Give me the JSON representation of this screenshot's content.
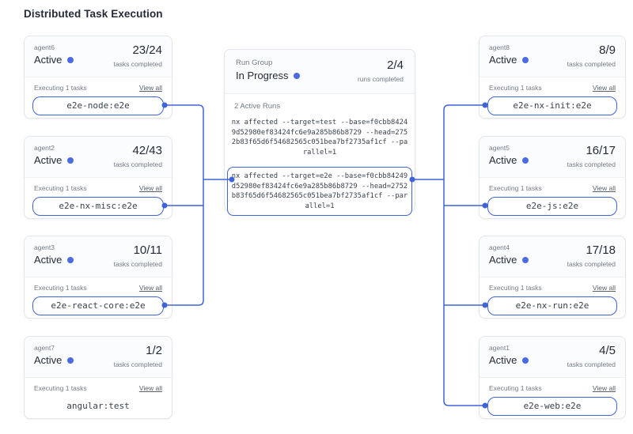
{
  "page": {
    "title": "Distributed Task Execution"
  },
  "colors": {
    "accent_blue": "#4b6be4",
    "connector_blue": "#4063d8",
    "card_border": "#e3e6ea"
  },
  "run_group": {
    "label": "Run Group",
    "status": "In Progress",
    "count": "2/4",
    "count_caption": "runs completed",
    "active_runs_label": "2 Active Runs",
    "commands": [
      {
        "highlighted": false,
        "lines": [
          "nx affected --target=test --base=f0cbb8424",
          "9d52980ef83424fc6e9a285b86b8729 --head=275",
          "2b83f65d6f54682565c051bea7bf2735af1cf --pa",
          "rallel=1"
        ]
      },
      {
        "highlighted": true,
        "lines": [
          "nx affected --target=e2e --base=f0cbb84249",
          "d52980ef83424fc6e9a285b86b8729 --head=2752",
          "b83f65d6f54682565c051bea7bf2735af1cf --par",
          "allel=1"
        ]
      }
    ]
  },
  "agents_left": [
    {
      "name": "agent6",
      "status": "Active",
      "count": "23/24",
      "count_caption": "tasks completed",
      "executing_label": "Executing 1 tasks",
      "view_all": "View all",
      "task": "e2e-node:e2e",
      "highlighted": true
    },
    {
      "name": "agent2",
      "status": "Active",
      "count": "42/43",
      "count_caption": "tasks completed",
      "executing_label": "Executing 1 tasks",
      "view_all": "View all",
      "task": "e2e-nx-misc:e2e",
      "highlighted": true
    },
    {
      "name": "agent3",
      "status": "Active",
      "count": "10/11",
      "count_caption": "tasks completed",
      "executing_label": "Executing 1 tasks",
      "view_all": "View all",
      "task": "e2e-react-core:e2e",
      "highlighted": true
    },
    {
      "name": "agent7",
      "status": "Active",
      "count": "1/2",
      "count_caption": "tasks completed",
      "executing_label": "Executing 1 tasks",
      "view_all": "View all",
      "task": "angular:test",
      "highlighted": false
    }
  ],
  "agents_right": [
    {
      "name": "agent8",
      "status": "Active",
      "count": "8/9",
      "count_caption": "tasks completed",
      "executing_label": "Executing 1 tasks",
      "view_all": "View all",
      "task": "e2e-nx-init:e2e",
      "highlighted": true
    },
    {
      "name": "agent5",
      "status": "Active",
      "count": "16/17",
      "count_caption": "tasks completed",
      "executing_label": "Executing 1 tasks",
      "view_all": "View all",
      "task": "e2e-js:e2e",
      "highlighted": true
    },
    {
      "name": "agent4",
      "status": "Active",
      "count": "17/18",
      "count_caption": "tasks completed",
      "executing_label": "Executing 1 tasks",
      "view_all": "View all",
      "task": "e2e-nx-run:e2e",
      "highlighted": true
    },
    {
      "name": "agent1",
      "status": "Active",
      "count": "4/5",
      "count_caption": "tasks completed",
      "executing_label": "Executing 1 tasks",
      "view_all": "View all",
      "task": "e2e-web:e2e",
      "highlighted": true
    }
  ]
}
